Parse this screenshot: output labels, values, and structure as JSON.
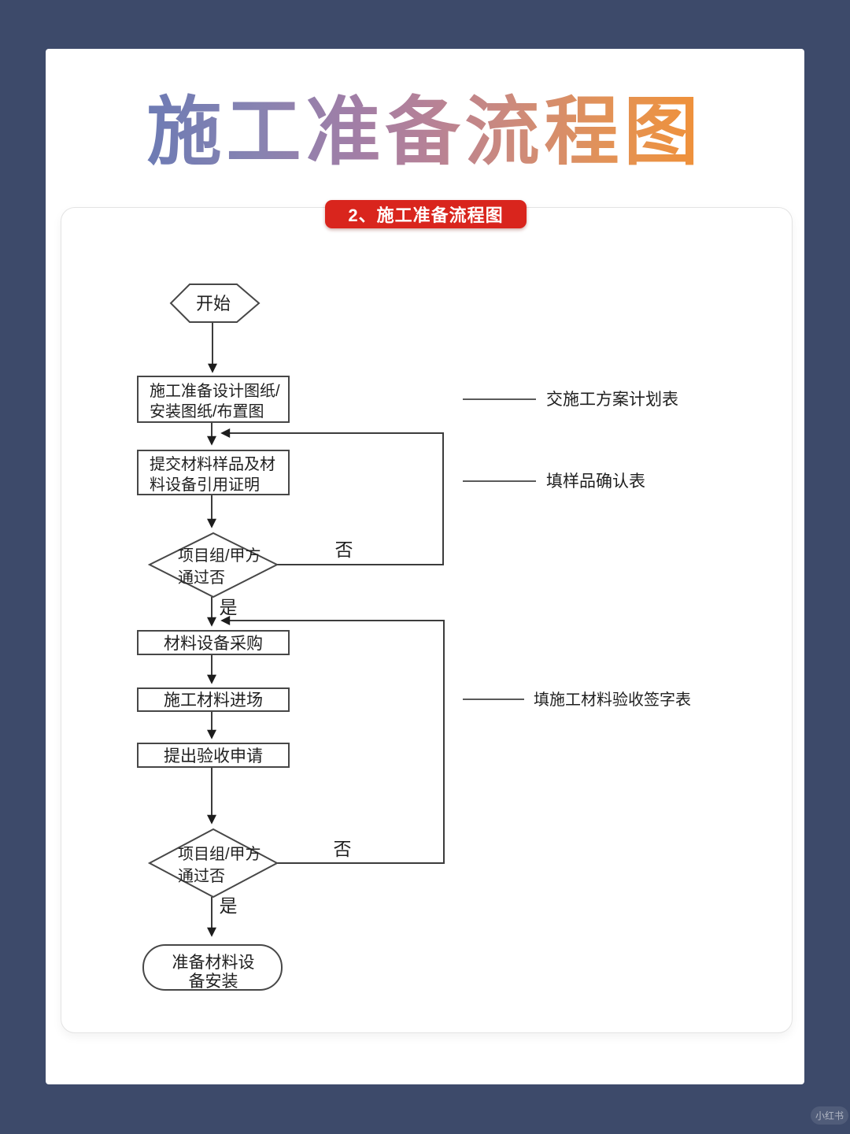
{
  "header": {
    "title": "施工准备流程图",
    "banner_label": "2、施工准备流程图"
  },
  "flowchart": {
    "start_label": "开始",
    "prepare_drawings": {
      "line1": "施工准备设计图纸/",
      "line2": "安装图纸/布置图"
    },
    "submit_samples": {
      "line1": "提交材料样品及材",
      "line2": "料设备引用证明"
    },
    "decision1": {
      "line1": "项目组/甲方",
      "line2": "通过否",
      "no_label": "否",
      "yes_label": "是"
    },
    "procure_label": "材料设备采购",
    "material_entry_label": "施工材料进场",
    "apply_acceptance_label": "提出验收申请",
    "decision2": {
      "line1": "项目组/甲方",
      "line2": "通过否",
      "no_label": "否",
      "yes_label": "是"
    },
    "end_node": {
      "line1": "准备材料设",
      "line2": "备安装"
    },
    "annotations": [
      {
        "label": "交施工方案计划表"
      },
      {
        "label": "填样品确认表"
      },
      {
        "label": "填施工材料验收签字表"
      }
    ]
  },
  "watermark": "小红书",
  "colors": {
    "frame_navy": "#3d4a6a",
    "banner_red": "#d9251d",
    "line_dark": "#3c3c3c",
    "title_gradient": [
      "#6d7bb4",
      "#8883b1",
      "#a27ea6",
      "#b88295",
      "#cd8a7b",
      "#e29258",
      "#f09138"
    ]
  }
}
